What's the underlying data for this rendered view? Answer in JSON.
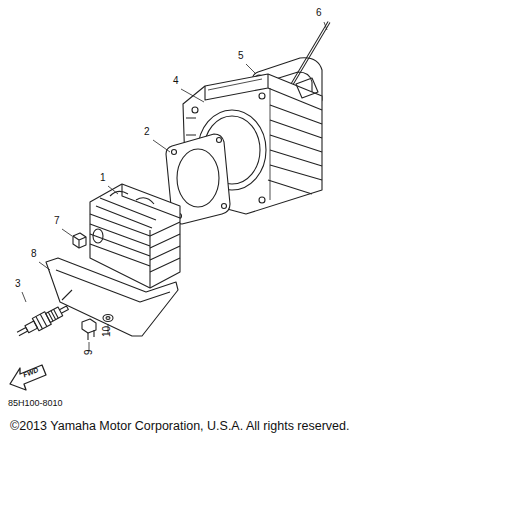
{
  "diagram": {
    "labels": [
      "6",
      "5",
      "4",
      "2",
      "1",
      "7",
      "8",
      "3",
      "10",
      "9",
      "FWD",
      "85H100-8010",
      "©2013 Yamaha Motor Corporation, U.S.A. All rights reserved."
    ]
  }
}
